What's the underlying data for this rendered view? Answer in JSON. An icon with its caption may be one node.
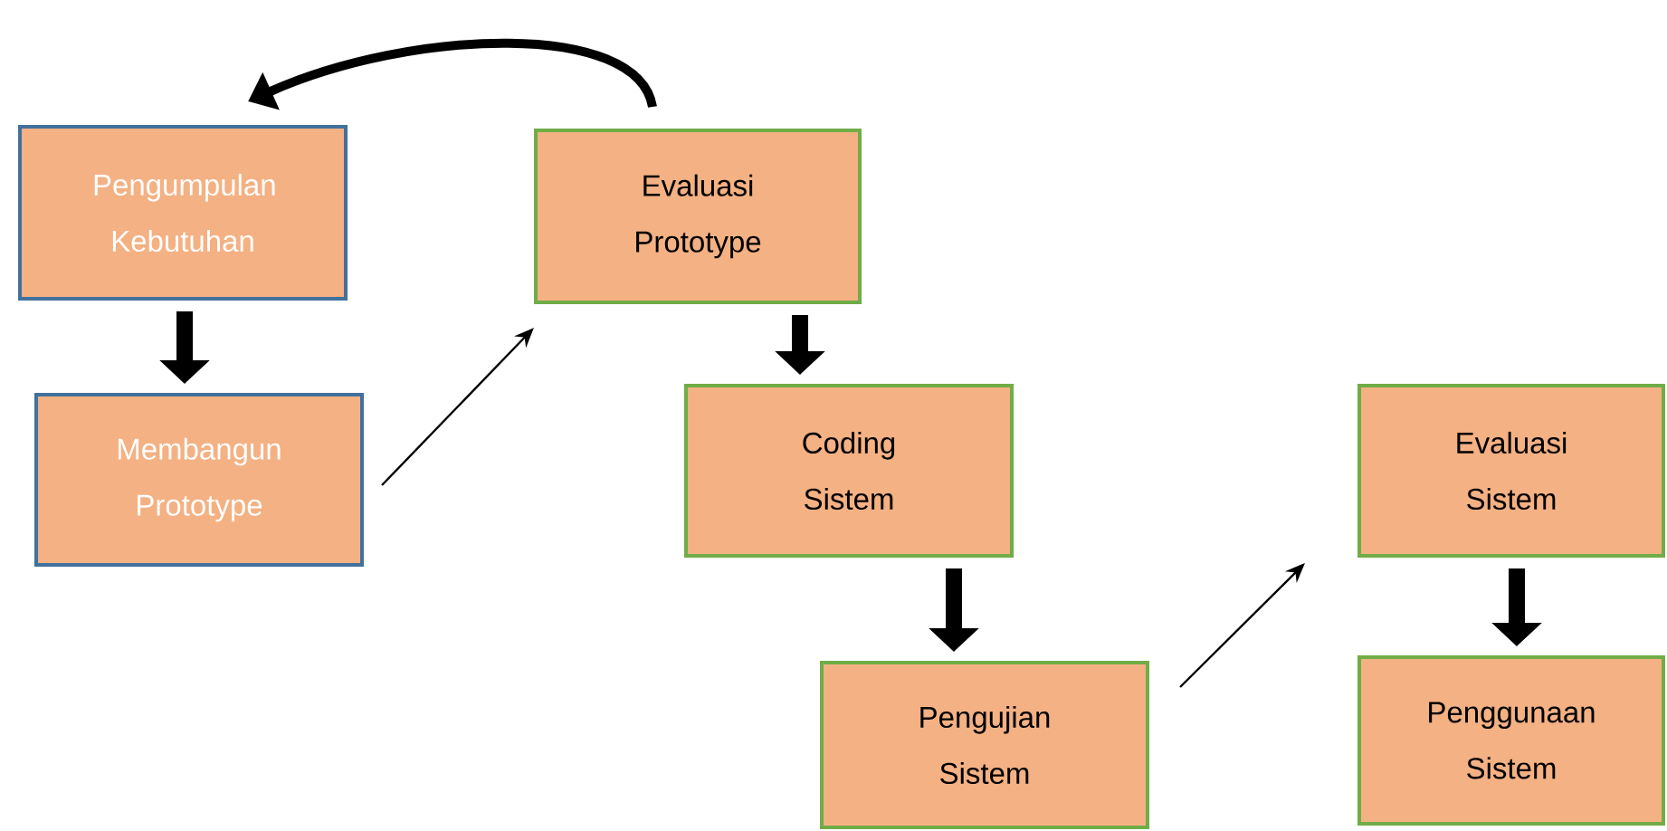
{
  "diagram": {
    "nodes": [
      {
        "text": [
          "Pengumpulan Kebutuhan"
        ]
      },
      {
        "text": [
          "Membangun Prototype"
        ]
      },
      {
        "text": [
          "Evaluasi Prototype"
        ]
      },
      {
        "text": [
          "Coding Sistem"
        ]
      },
      {
        "text": [
          "Pengujian Sistem"
        ]
      },
      {
        "text": [
          "Evaluasi Sistem"
        ]
      },
      {
        "text": [
          "Penggunaan Sistem"
        ]
      }
    ],
    "edges": [
      {
        "from": 0,
        "to": 1,
        "arrow": "to"
      },
      {
        "from": 1,
        "to": 2,
        "arrow": "to"
      },
      {
        "from": 2,
        "to": 0,
        "arrow": "to"
      },
      {
        "from": 2,
        "to": 3,
        "arrow": "to"
      },
      {
        "from": 3,
        "to": 4,
        "arrow": "to"
      },
      {
        "from": 4,
        "to": 5,
        "arrow": "to"
      },
      {
        "from": 5,
        "to": 6,
        "arrow": "to"
      }
    ]
  }
}
